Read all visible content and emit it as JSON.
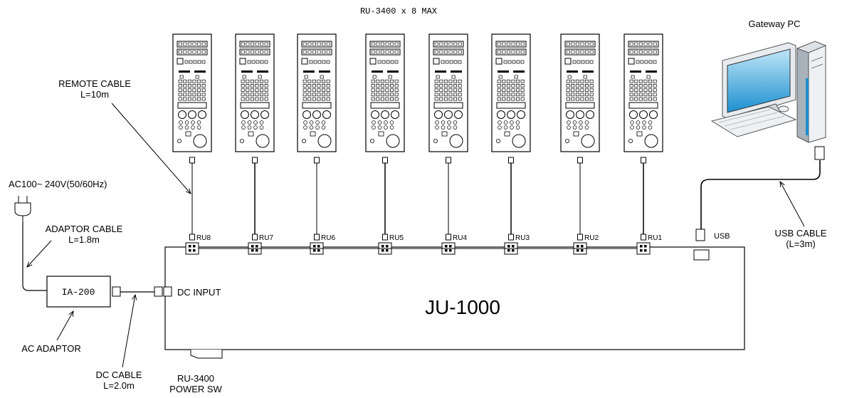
{
  "header": {
    "units_note": "RU-3400 x  8 MAX"
  },
  "gateway": {
    "label": "Gateway PC"
  },
  "remote_cable": {
    "line1": "REMOTE CABLE",
    "line2": "L=10m"
  },
  "power_spec": {
    "label": "AC100~ 240V(50/60Hz)"
  },
  "adaptor_cable": {
    "line1": "ADAPTOR CABLE",
    "line2": "L=1.8m"
  },
  "adaptor_box": {
    "label": "IA-200"
  },
  "ac_adaptor": {
    "label": "AC ADAPTOR"
  },
  "dc_cable": {
    "line1": "DC CABLE",
    "line2": "L=2.0m"
  },
  "dc_input": {
    "label": "DC INPUT"
  },
  "main_unit": {
    "label": "JU-1000"
  },
  "power_sw": {
    "line1": "RU-3400",
    "line2": "POWER SW"
  },
  "usb_port": {
    "label": "USB"
  },
  "usb_cable": {
    "line1": "USB CABLE",
    "line2": "(L=3m)"
  },
  "ports": [
    "RU8",
    "RU7",
    "RU6",
    "RU5",
    "RU4",
    "RU3",
    "RU2",
    "RU1"
  ]
}
